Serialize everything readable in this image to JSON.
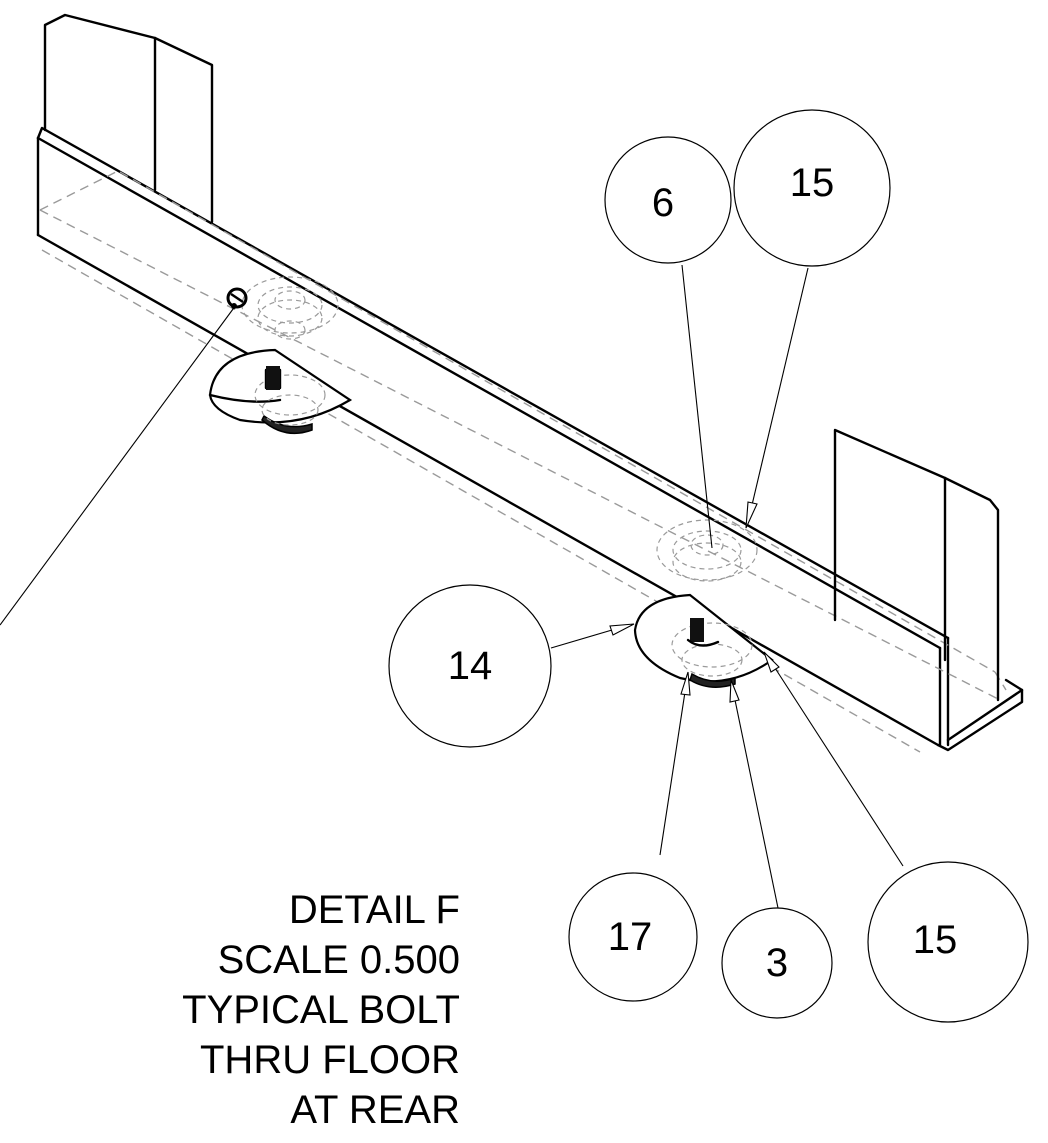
{
  "balloons": {
    "b6": "6",
    "b15_top": "15",
    "b14": "14",
    "b17": "17",
    "b3": "3",
    "b15_bottom": "15"
  },
  "detail_note": {
    "line1": "DETAIL  F",
    "line2": "SCALE  0.500",
    "line3": "TYPICAL BOLT",
    "line4": "THRU FLOOR",
    "line5": "AT REAR"
  }
}
